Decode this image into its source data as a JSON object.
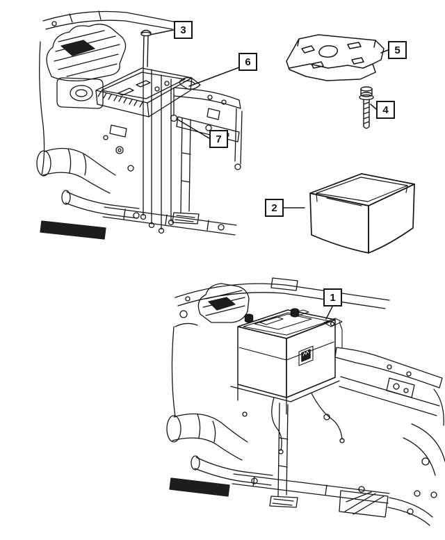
{
  "figure": {
    "kind": "exploded-parts-line-diagram",
    "background_color": "#ffffff",
    "line_color": "#141414"
  },
  "callouts": [
    {
      "label": "1"
    },
    {
      "label": "2"
    },
    {
      "label": "3"
    },
    {
      "label": "4"
    },
    {
      "label": "5"
    },
    {
      "label": "6"
    },
    {
      "label": "7"
    }
  ]
}
